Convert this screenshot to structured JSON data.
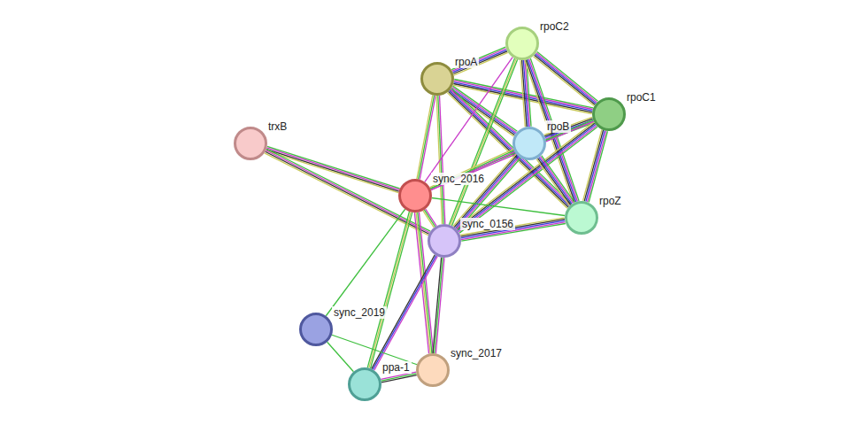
{
  "diagram": {
    "nodes": [
      {
        "text": [
          "rpoC2"
        ]
      },
      {
        "text": [
          "rpoA"
        ]
      },
      {
        "text": [
          "rpoC1"
        ]
      },
      {
        "text": [
          "trxB"
        ]
      },
      {
        "text": [
          "rpoB"
        ]
      },
      {
        "text": [
          "sync_2016"
        ]
      },
      {
        "text": [
          "rpoZ"
        ]
      },
      {
        "text": [
          "sync_0156"
        ]
      },
      {
        "text": [
          "sync_2019"
        ]
      },
      {
        "text": [
          "ppa-1"
        ]
      },
      {
        "text": [
          "sync_2017"
        ]
      }
    ],
    "edges": [
      {
        "from": 1,
        "to": 0,
        "arrow": "none"
      },
      {
        "from": 1,
        "to": 2,
        "arrow": "none"
      },
      {
        "from": 1,
        "to": 4,
        "arrow": "none"
      },
      {
        "from": 1,
        "to": 6,
        "arrow": "none"
      },
      {
        "from": 1,
        "to": 5,
        "arrow": "none"
      },
      {
        "from": 1,
        "to": 7,
        "arrow": "none"
      },
      {
        "from": 0,
        "to": 2,
        "arrow": "none"
      },
      {
        "from": 0,
        "to": 4,
        "arrow": "none"
      },
      {
        "from": 0,
        "to": 6,
        "arrow": "none"
      },
      {
        "from": 0,
        "to": 5,
        "arrow": "none"
      },
      {
        "from": 0,
        "to": 7,
        "arrow": "none"
      },
      {
        "from": 2,
        "to": 4,
        "arrow": "none"
      },
      {
        "from": 2,
        "to": 6,
        "arrow": "none"
      },
      {
        "from": 2,
        "to": 7,
        "arrow": "none"
      },
      {
        "from": 2,
        "to": 5,
        "arrow": "none"
      },
      {
        "from": 4,
        "to": 6,
        "arrow": "none"
      },
      {
        "from": 4,
        "to": 7,
        "arrow": "none"
      },
      {
        "from": 4,
        "to": 5,
        "arrow": "none"
      },
      {
        "from": 6,
        "to": 5,
        "arrow": "none"
      },
      {
        "from": 6,
        "to": 7,
        "arrow": "none"
      },
      {
        "from": 3,
        "to": 5,
        "arrow": "none"
      },
      {
        "from": 3,
        "to": 7,
        "arrow": "none"
      },
      {
        "from": 5,
        "to": 7,
        "arrow": "none"
      },
      {
        "from": 5,
        "to": 8,
        "arrow": "none"
      },
      {
        "from": 5,
        "to": 9,
        "arrow": "none"
      },
      {
        "from": 5,
        "to": 10,
        "arrow": "none"
      },
      {
        "from": 7,
        "to": 9,
        "arrow": "none"
      },
      {
        "from": 7,
        "to": 10,
        "arrow": "none"
      },
      {
        "from": 8,
        "to": 9,
        "arrow": "none"
      },
      {
        "from": 8,
        "to": 10,
        "arrow": "none"
      },
      {
        "from": 9,
        "to": 10,
        "arrow": "none"
      }
    ]
  }
}
